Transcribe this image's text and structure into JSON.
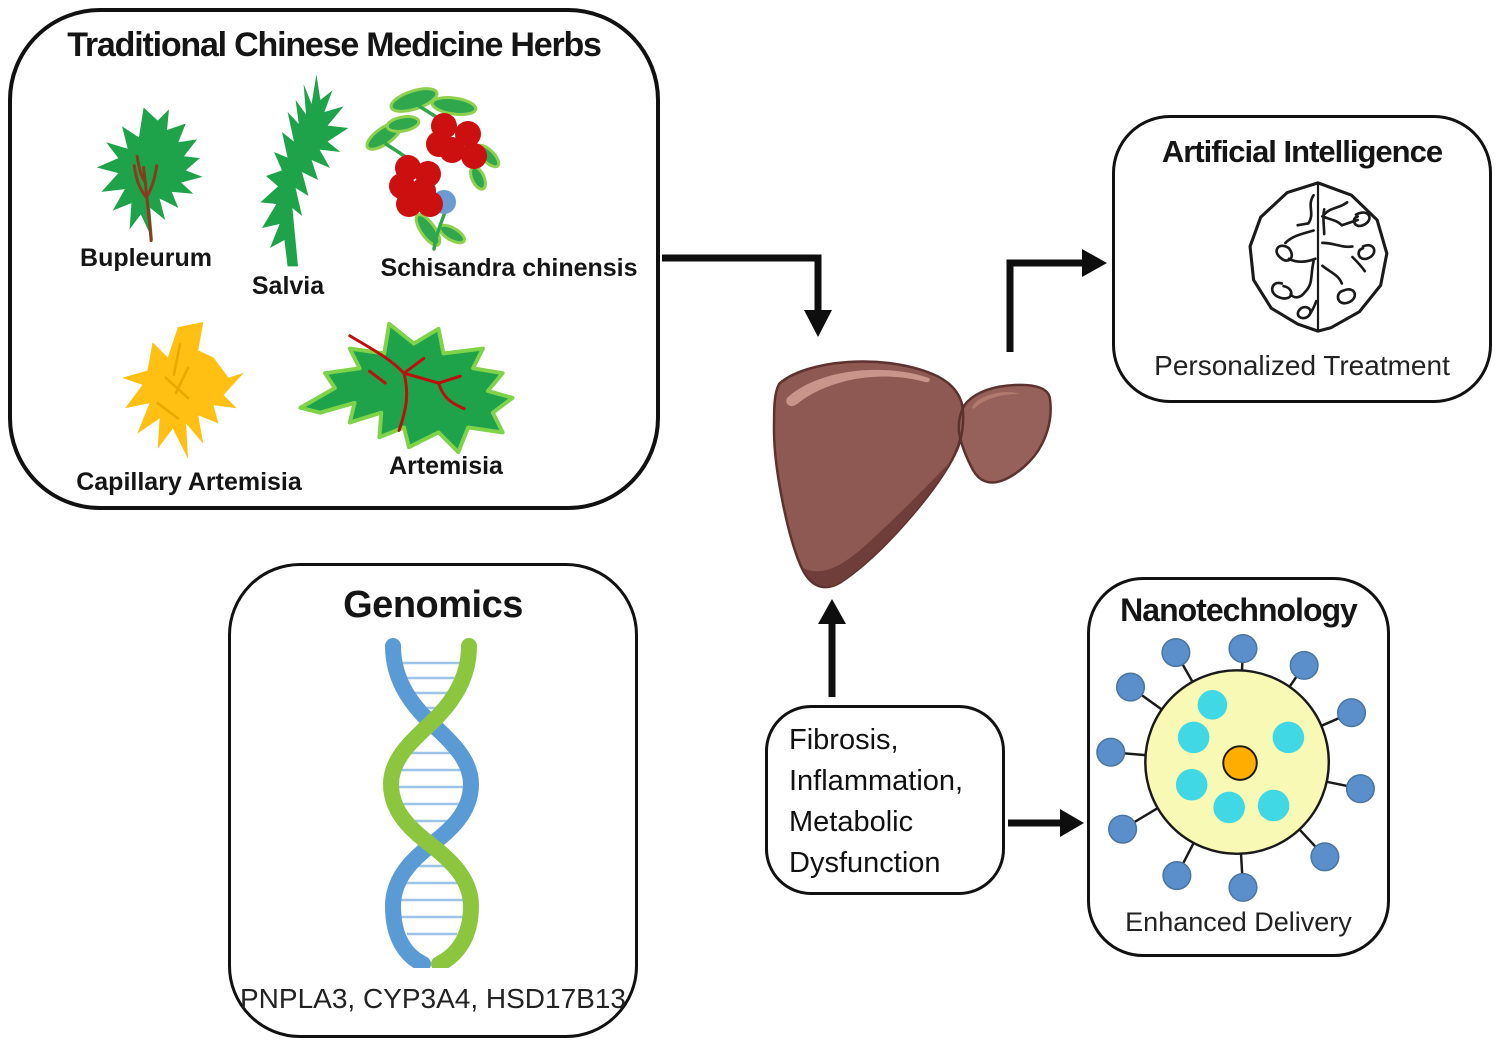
{
  "panels": {
    "tcm": {
      "title": "Traditional Chinese Medicine Herbs",
      "herbs": [
        {
          "label": "Bupleurum"
        },
        {
          "label": "Salvia"
        },
        {
          "label": "Schisandra chinensis"
        },
        {
          "label": "Capillary Artemisia"
        },
        {
          "label": "Artemisia"
        }
      ]
    },
    "genomics": {
      "title": "Genomics",
      "genes": "PNPLA3, CYP3A4, HSD17B13"
    },
    "ai": {
      "title": "Artificial Intelligence",
      "caption": "Personalized Treatment"
    },
    "nano": {
      "title": "Nanotechnology",
      "caption": "Enhanced Delivery"
    },
    "pathology": {
      "lines": [
        "Fibrosis,",
        "Inflammation,",
        "Metabolic",
        "Dysfunction"
      ]
    }
  },
  "icons": {
    "bupleurum": "bupleurum-plant-icon",
    "salvia": "salvia-plant-icon",
    "schisandra": "schisandra-berries-icon",
    "capillary_artemisia": "capillary-artemisia-root-icon",
    "artemisia": "artemisia-leaf-icon",
    "dna": "dna-double-helix-icon",
    "liver": "liver-icon",
    "ai_brain": "ai-brain-icon",
    "nanoparticle": "nanoparticle-icon"
  },
  "colors": {
    "outline_black": "#111111",
    "herb_green": "#1ea34a",
    "leaf_highlight_green": "#8fd14f",
    "berry_red": "#cc0f0f",
    "berry_blue": "#6b9bd2",
    "stem_brown": "#8a3a1e",
    "vein_red": "#c00d0d",
    "root_gold": "#ffc013",
    "dna_blue": "#5b9bd5",
    "dna_green": "#8cc63f",
    "dna_rung_blue": "#9dc3e6",
    "liver_main": "#8e5953",
    "liver_right_lobe": "#96615a",
    "liver_outline": "#5c322e",
    "liver_shadow": "#6f3d3a",
    "liver_highlight": "#c9958a",
    "nano_shell_yellow": "#f9f9b6",
    "nano_core_orange": "#ffae00",
    "nano_cargo_cyan": "#40d8e4",
    "nano_ligand_blue": "#5b8fcb"
  }
}
